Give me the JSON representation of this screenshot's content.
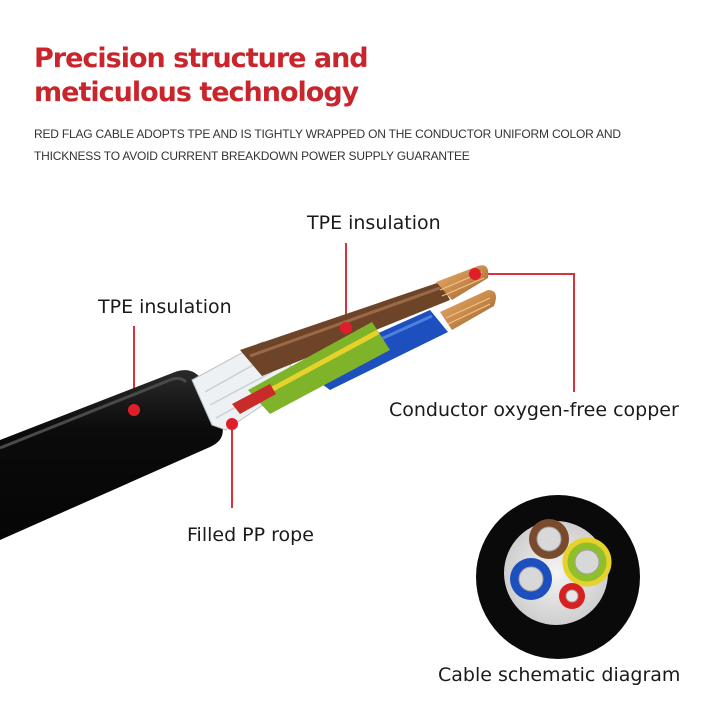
{
  "headline": {
    "line1": "Precision structure and",
    "line2": "meticulous technology"
  },
  "description": {
    "line1": "RED FLAG CABLE ADOPTS TPE AND IS TIGHTLY WRAPPED ON THE CONDUCTOR UNIFORM COLOR AND",
    "line2": "THICKNESS TO AVOID CURRENT BREAKDOWN POWER SUPPLY GUARANTEE"
  },
  "callouts": {
    "tpe_insulation_top": "TPE insulation",
    "tpe_insulation_left": "TPE insulation",
    "conductor": "Conductor oxygen-free copper",
    "filled_pp_rope": "Filled PP rope",
    "schematic": "Cable schematic diagram"
  },
  "colors": {
    "headline": "#c8252c",
    "marker": "#e01e2a",
    "jacket": "#0b0b0b",
    "brown_core": "#7a4a2c",
    "green_yellow_core": "#8fbf2a",
    "blue_core": "#1d4fbf",
    "red_core": "#d92020",
    "copper": "#c98a4b"
  }
}
